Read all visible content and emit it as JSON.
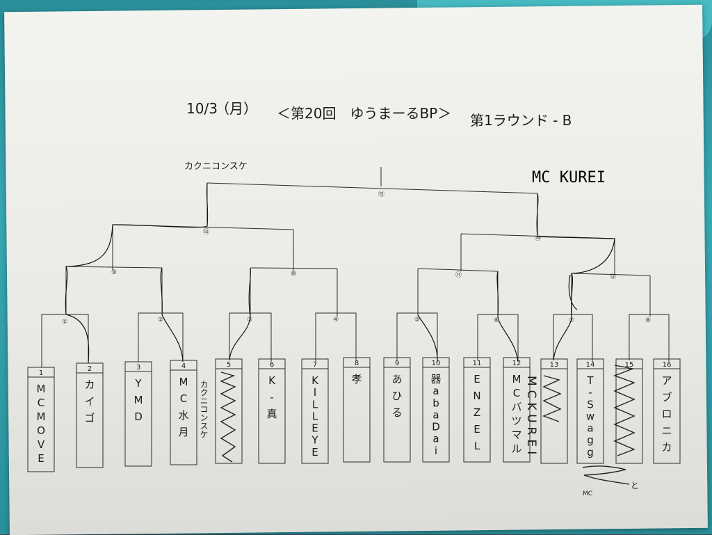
{
  "header": {
    "date": "10/3",
    "weekday": "（月）",
    "title": "＜第20回　ゆうまーるBP＞",
    "round": "第1ラウンド - B"
  },
  "winners": {
    "left": "カクニコンスケ",
    "right": "MC KUREI"
  },
  "matches": {
    "m1": "①",
    "m2": "②",
    "m3": "③",
    "m4": "④",
    "m5": "⑤",
    "m6": "⑥",
    "m7": "⑦",
    "m8": "⑧",
    "m9": "⑨",
    "m10": "⑩",
    "m11": "⑪",
    "m12": "⑫",
    "m13": "⑬",
    "m14": "⑭",
    "m15": "⑮"
  },
  "entries": [
    {
      "num": "1",
      "name": "MCMOVE"
    },
    {
      "num": "2",
      "name": "カイゴ"
    },
    {
      "num": "3",
      "name": "YMD"
    },
    {
      "num": "4",
      "name": "MC水月"
    },
    {
      "num": "5",
      "name": ""
    },
    {
      "num": "6",
      "name": "K-真"
    },
    {
      "num": "7",
      "name": "KILLEYE"
    },
    {
      "num": "8",
      "name": "孝"
    },
    {
      "num": "9",
      "name": "あひる"
    },
    {
      "num": "10",
      "name": "器abaDai"
    },
    {
      "num": "11",
      "name": "ENZEL"
    },
    {
      "num": "12",
      "name": "MCバツマル"
    },
    {
      "num": "13",
      "name": ""
    },
    {
      "num": "14",
      "name": "T-Swagg"
    },
    {
      "num": "15",
      "name": ""
    },
    {
      "num": "16",
      "name": "アブロニカ"
    }
  ],
  "annotations": {
    "replacement_5": "カクニコンスケ",
    "replacement_13": "MCKUREI",
    "note_bottom_prefix": "MC",
    "note_bottom_suffix": "と"
  },
  "colors": {
    "ink": "#1a1a1a",
    "scribble": "#222222",
    "folder": "#37a9b3",
    "paper": "#efefec"
  }
}
